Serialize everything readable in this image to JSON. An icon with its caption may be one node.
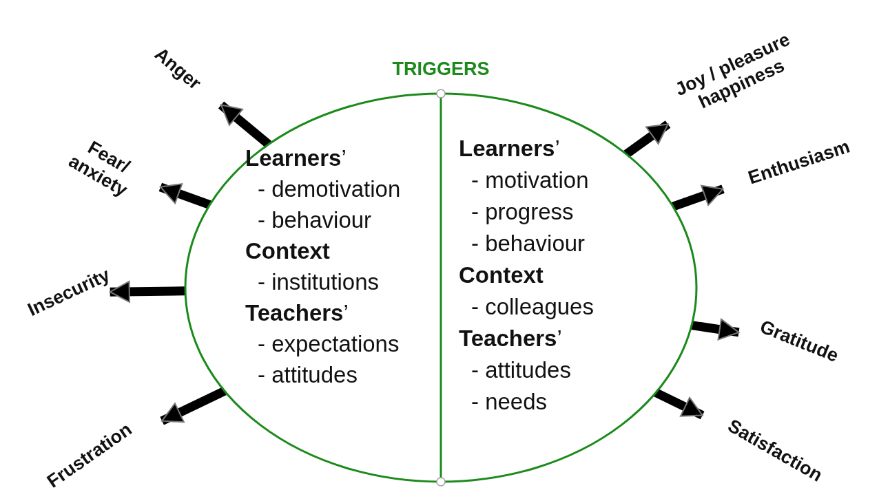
{
  "diagram": {
    "nodes": [
      {
        "text": [
          "TRIGGERS"
        ]
      },
      {
        "text": [
          "**Learners**’",
          "- demotivation",
          "- behaviour",
          "**Context**",
          "- institutions",
          "**Teachers**’",
          "- expectations",
          "- attitudes"
        ],
        "in": 0
      },
      {
        "text": [
          "**Learners**’",
          "- motivation",
          "- progress",
          "- behaviour",
          "**Context**",
          "- colleagues",
          "**Teachers**’",
          "- attitudes",
          "- needs"
        ],
        "in": 0
      },
      {
        "text": [
          "Anger"
        ]
      },
      {
        "text": [
          "Fear/ anxiety"
        ]
      },
      {
        "text": [
          "Insecurity"
        ]
      },
      {
        "text": [
          "Frustration"
        ]
      },
      {
        "text": [
          "Joy / pleasure happiness"
        ]
      },
      {
        "text": [
          "Enthusiasm"
        ]
      },
      {
        "text": [
          "Gratitude"
        ]
      },
      {
        "text": [
          "Satisfaction"
        ]
      }
    ],
    "edges": [
      {
        "from": 0,
        "to": 3,
        "arrow": "to"
      },
      {
        "from": 0,
        "to": 4,
        "arrow": "to"
      },
      {
        "from": 0,
        "to": 5,
        "arrow": "to"
      },
      {
        "from": 0,
        "to": 6,
        "arrow": "to"
      },
      {
        "from": 0,
        "to": 7,
        "arrow": "to"
      },
      {
        "from": 0,
        "to": 8,
        "arrow": "to"
      },
      {
        "from": 0,
        "to": 9,
        "arrow": "to"
      },
      {
        "from": 0,
        "to": 10,
        "arrow": "to"
      }
    ]
  }
}
